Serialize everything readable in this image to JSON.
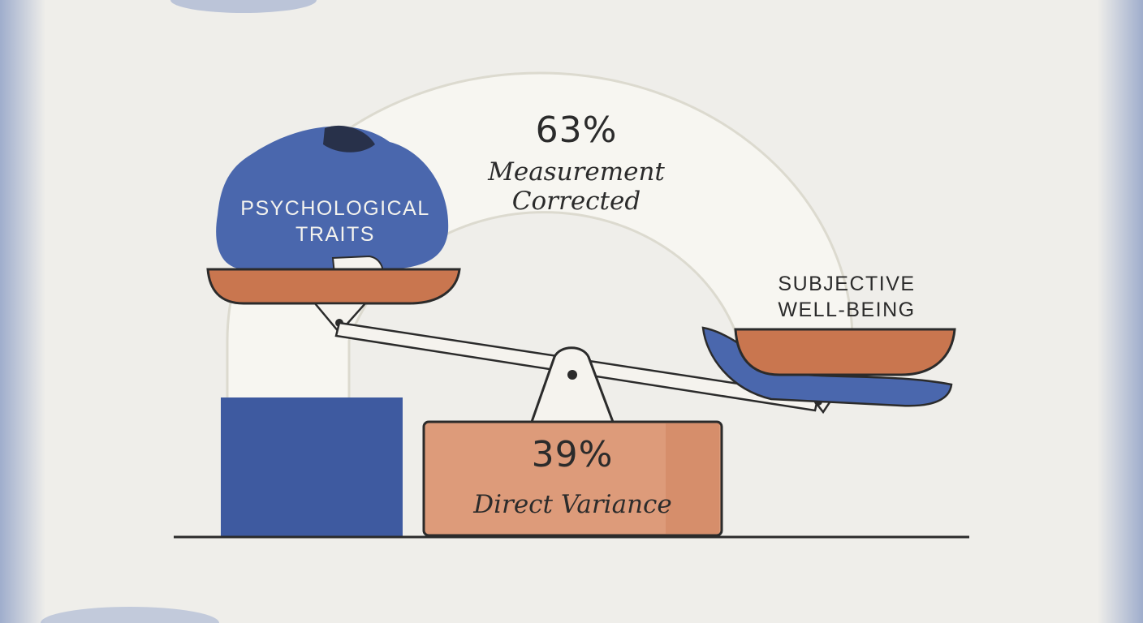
{
  "measurement_corrected": {
    "percent": "63%",
    "label_line1": "Measurement",
    "label_line2": "Corrected"
  },
  "direct_variance": {
    "percent": "39%",
    "label": "Direct Variance"
  },
  "psychological_traits": {
    "line1": "PSYCHOLOGICAL",
    "line2": "TRAITS"
  },
  "subjective_well_being": {
    "line1": "SUBJECTIVE",
    "line2": "WELL-BEING"
  },
  "colors": {
    "blue": "#4a67ad",
    "terracotta": "#c9764f",
    "ink": "#2b2b2b",
    "paper": "#efeeea"
  }
}
